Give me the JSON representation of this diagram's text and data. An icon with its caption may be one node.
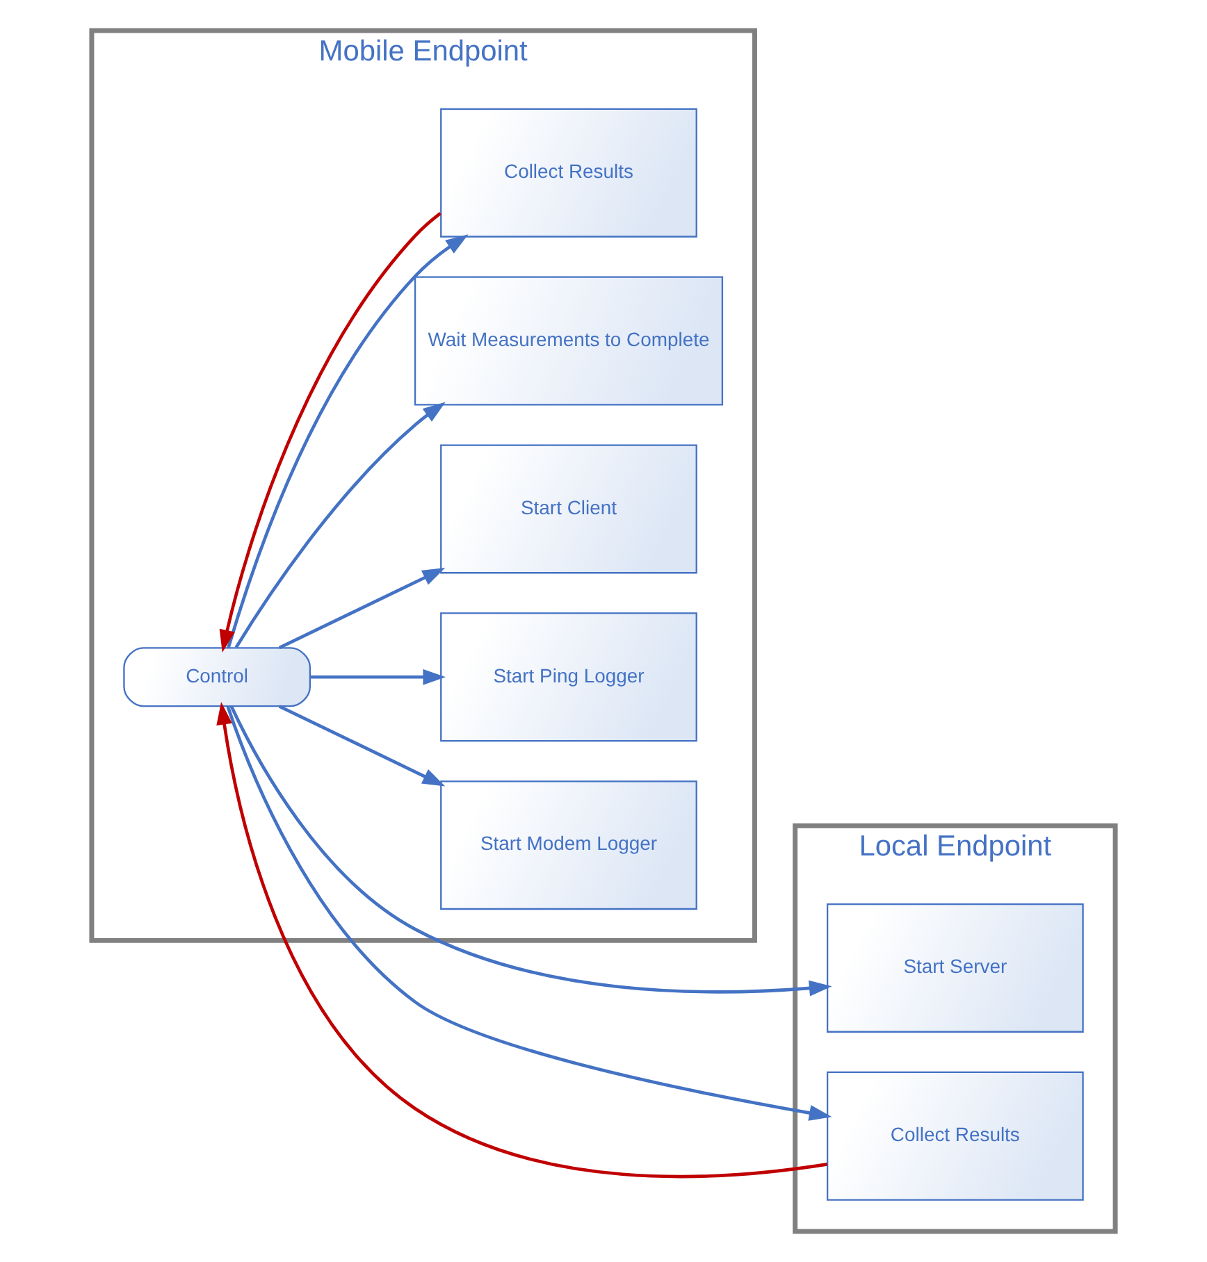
{
  "diagram": {
    "nodes": [
      {
        "text": [
          "Mobile Endpoint"
        ]
      },
      {
        "text": [
          "Local Endpoint"
        ]
      },
      {
        "text": [
          "Control"
        ],
        "in": 0
      },
      {
        "text": [
          "Start Modem Logger"
        ],
        "in": 0
      },
      {
        "text": [
          "Start Ping Logger"
        ],
        "in": 0
      },
      {
        "text": [
          "Start Server"
        ],
        "in": 1
      },
      {
        "text": [
          "Start Client"
        ],
        "in": 0
      },
      {
        "text": [
          "Wait Measurements to Complete"
        ],
        "in": 0
      },
      {
        "text": [
          "Collect Results"
        ],
        "in": 0
      },
      {
        "text": [
          "Collect Results"
        ],
        "in": 1
      }
    ],
    "edges": [
      {
        "from": 2,
        "to": 3,
        "arrow": "to"
      },
      {
        "from": 2,
        "to": 4,
        "arrow": "to"
      },
      {
        "from": 2,
        "to": 5,
        "arrow": "to"
      },
      {
        "from": 2,
        "to": 6,
        "arrow": "to"
      },
      {
        "from": 2,
        "to": 7,
        "arrow": "to"
      },
      {
        "from": 2,
        "to": 8,
        "arrow": "to"
      },
      {
        "from": 8,
        "to": 2,
        "arrow": "to",
        "color": "#c00000"
      },
      {
        "from": 2,
        "to": 9,
        "arrow": "to"
      },
      {
        "from": 9,
        "to": 2,
        "arrow": "to",
        "color": "#c00000"
      }
    ]
  }
}
